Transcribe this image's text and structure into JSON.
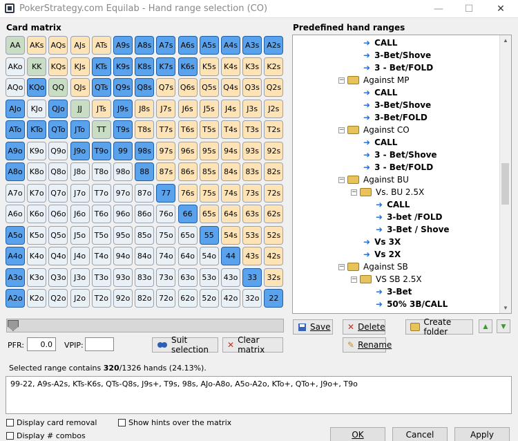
{
  "window": {
    "title": "PokerStrategy.com Equilab - Hand range selection (CO)",
    "minimize": "—",
    "maximize": "☐",
    "close": "✕"
  },
  "matrix": {
    "label": "Card matrix",
    "ranks": [
      "A",
      "K",
      "Q",
      "J",
      "T",
      "9",
      "8",
      "7",
      "6",
      "5",
      "4",
      "3",
      "2"
    ],
    "selected": [
      "AA",
      "KK",
      "QQ",
      "JJ",
      "TT",
      "99",
      "88",
      "77",
      "66",
      "55",
      "44",
      "33",
      "22",
      "A9s",
      "A8s",
      "A7s",
      "A6s",
      "A5s",
      "A4s",
      "A3s",
      "A2s",
      "KTs",
      "K9s",
      "K8s",
      "K7s",
      "K6s",
      "QTs",
      "Q9s",
      "Q8s",
      "J9s",
      "T9s",
      "98s",
      "AJo",
      "ATo",
      "A9o",
      "A8o",
      "A5o",
      "A4o",
      "A3o",
      "A2o",
      "KTo",
      "QTo",
      "J9o",
      "T9o",
      "KQo",
      "QJo",
      "JTo"
    ],
    "selected_plain": [
      "AA",
      "KK",
      "QQ",
      "JJ",
      "TT"
    ]
  },
  "controls": {
    "pfr_label": "PFR:",
    "pfr_value": "0.0",
    "vpip_label": "VPIP:",
    "vpip_value": "",
    "suit_selection": "Suit selection",
    "clear_matrix": "Clear matrix"
  },
  "tree": {
    "label": "Predefined hand ranges",
    "rows": [
      {
        "text": "CALL",
        "type": "leaf",
        "indent": 1
      },
      {
        "text": "3-Bet/Shove",
        "type": "leaf",
        "indent": 1
      },
      {
        "text": "3 - Bet/FOLD",
        "type": "leaf",
        "indent": 1
      },
      {
        "text": "Against MP",
        "type": "folder",
        "indent": 0
      },
      {
        "text": "CALL",
        "type": "leaf",
        "indent": 1
      },
      {
        "text": "3-Bet/Shove",
        "type": "leaf",
        "indent": 1
      },
      {
        "text": "3-Bet/FOLD",
        "type": "leaf",
        "indent": 1
      },
      {
        "text": "Against CO",
        "type": "folder",
        "indent": 0
      },
      {
        "text": "CALL",
        "type": "leaf",
        "indent": 1
      },
      {
        "text": "3 - Bet/Shove",
        "type": "leaf",
        "indent": 1
      },
      {
        "text": "3 - Bet/FOLD",
        "type": "leaf",
        "indent": 1
      },
      {
        "text": "Against BU",
        "type": "folder",
        "indent": 0
      },
      {
        "text": "Vs. BU 2.5X",
        "type": "folder",
        "indent": 1
      },
      {
        "text": "CALL",
        "type": "leaf",
        "indent": 2
      },
      {
        "text": "3-bet /FOLD",
        "type": "leaf",
        "indent": 2
      },
      {
        "text": "3-Bet / Shove",
        "type": "leaf",
        "indent": 2
      },
      {
        "text": "Vs 3X",
        "type": "leaf",
        "indent": 1
      },
      {
        "text": "Vs 2X",
        "type": "leaf",
        "indent": 1
      },
      {
        "text": "Against SB",
        "type": "folder",
        "indent": 0
      },
      {
        "text": "VS SB 2.5X",
        "type": "folder",
        "indent": 1
      },
      {
        "text": "3-Bet",
        "type": "leaf",
        "indent": 2
      },
      {
        "text": "50% 3B/CALL",
        "type": "leaf",
        "indent": 2
      }
    ],
    "buttons": {
      "save": "Save",
      "delete": "Delete",
      "create_folder": "Create folder",
      "rename": "Rename"
    }
  },
  "summary": {
    "prefix": "Selected range contains ",
    "count": "320",
    "suffix": "/1326 hands (24.13%).",
    "range_text": "99-22, A9s-A2s, KTs-K6s, QTs-Q8s, J9s+, T9s, 98s, AJo-A8o, A5o-A2o, KTo+, QTo+, J9o+, T9o"
  },
  "options": {
    "display_card_removal": "Display card removal",
    "show_hints": "Show hints over the matrix",
    "display_combos": "Display # combos"
  },
  "footer": {
    "ok": "OK",
    "cancel": "Cancel",
    "apply": "Apply"
  }
}
